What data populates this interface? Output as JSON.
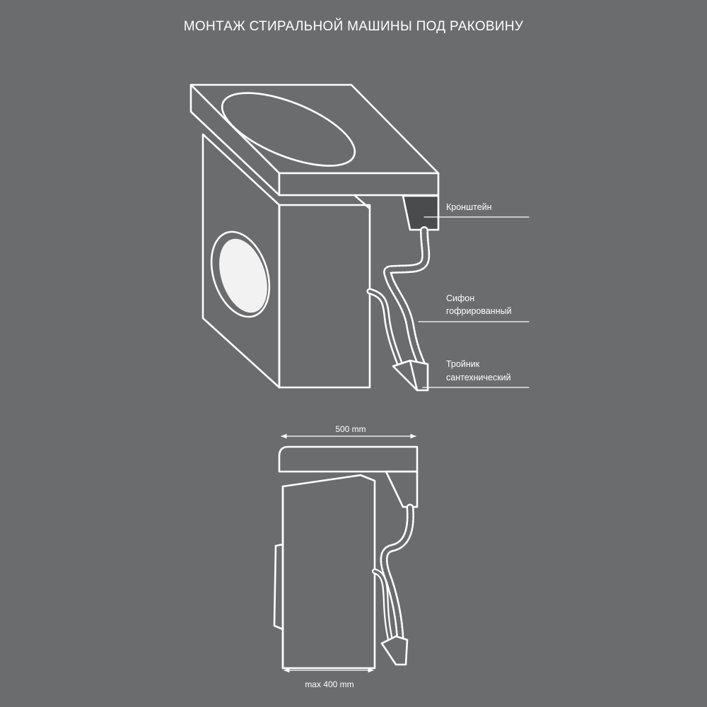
{
  "title": "МОНТАЖ СТИРАЛЬНОЙ МАШИНЫ ПОД РАКОВИНУ",
  "callouts": {
    "bracket": [
      "Кронштейн"
    ],
    "siphon": [
      "Сифон",
      "гофрированный"
    ],
    "tee": [
      "Тройник",
      "сантехнический"
    ]
  },
  "dimensions": {
    "sink_width": "500 mm",
    "machine_depth": "max 400 mm"
  },
  "colors": {
    "background": "#6b6c6e",
    "line": "#ffffff",
    "bracket_fill": "#4a4b4d"
  }
}
